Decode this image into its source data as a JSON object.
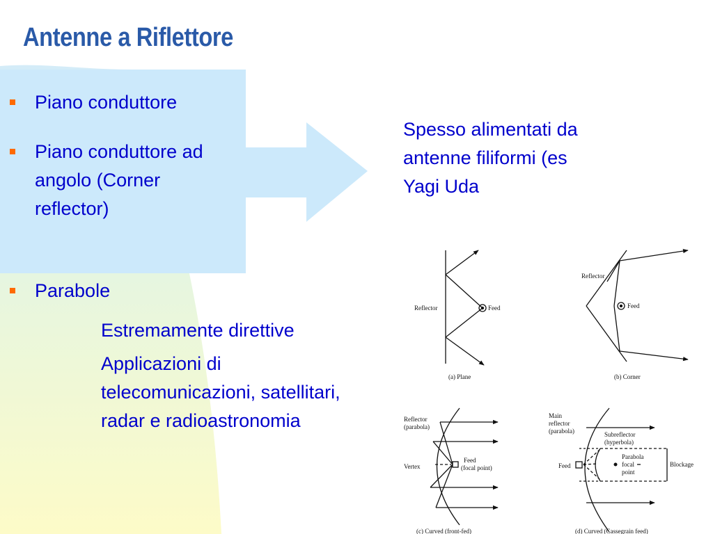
{
  "slide": {
    "title": "Antenne a Riflettore",
    "bullets": [
      "Piano conduttore",
      "Piano conduttore ad angolo (Corner reflector)",
      "Parabole"
    ],
    "bullet2_lines": [
      "Piano conduttore ad",
      "angolo (Corner",
      "reflector)"
    ],
    "parabole_sub": [
      "Estremamente direttive",
      "Applicazioni di telecomunicazioni, satellitari, radar e radioastronomia"
    ],
    "parabole_sub2_lines": [
      "Applicazioni di",
      "telecomunicazioni, satellitari,",
      "radar e radioastronomia"
    ],
    "right_note_lines": [
      "Spesso alimentati da",
      "antenne filiformi (es",
      "Yagi Uda"
    ]
  },
  "colors": {
    "title": "#2a5aa8",
    "text": "#0000cc",
    "bullet_marker": "#ff6a00",
    "arrow_fill": "#cce9fb"
  },
  "figure": {
    "plane": {
      "reflector_label": "Reflector",
      "feed_label": "Feed",
      "caption": "(a)  Plane"
    },
    "corner": {
      "reflector_label": "Reflector",
      "feed_label": "Feed",
      "caption": "(b)  Corner"
    },
    "front_fed": {
      "reflector_label_1": "Reflector",
      "reflector_label_2": "(parabola)",
      "vertex_label": "Vertex",
      "feed_label_1": "Feed",
      "feed_label_2": "(focal point)",
      "caption": "(c)  Curved (front-fed)"
    },
    "cassegrain": {
      "main_label_1": "Main",
      "main_label_2": "reflector",
      "main_label_3": "(parabola)",
      "sub_label_1": "Subreflector",
      "sub_label_2": "(hyperbola)",
      "focal_label_1": "Parabola",
      "focal_label_2": "focal",
      "focal_label_3": "point",
      "feed_label": "Feed",
      "blockage_label": "Blockage",
      "caption": "(d)  Curved (Cassegrain feed)"
    }
  }
}
